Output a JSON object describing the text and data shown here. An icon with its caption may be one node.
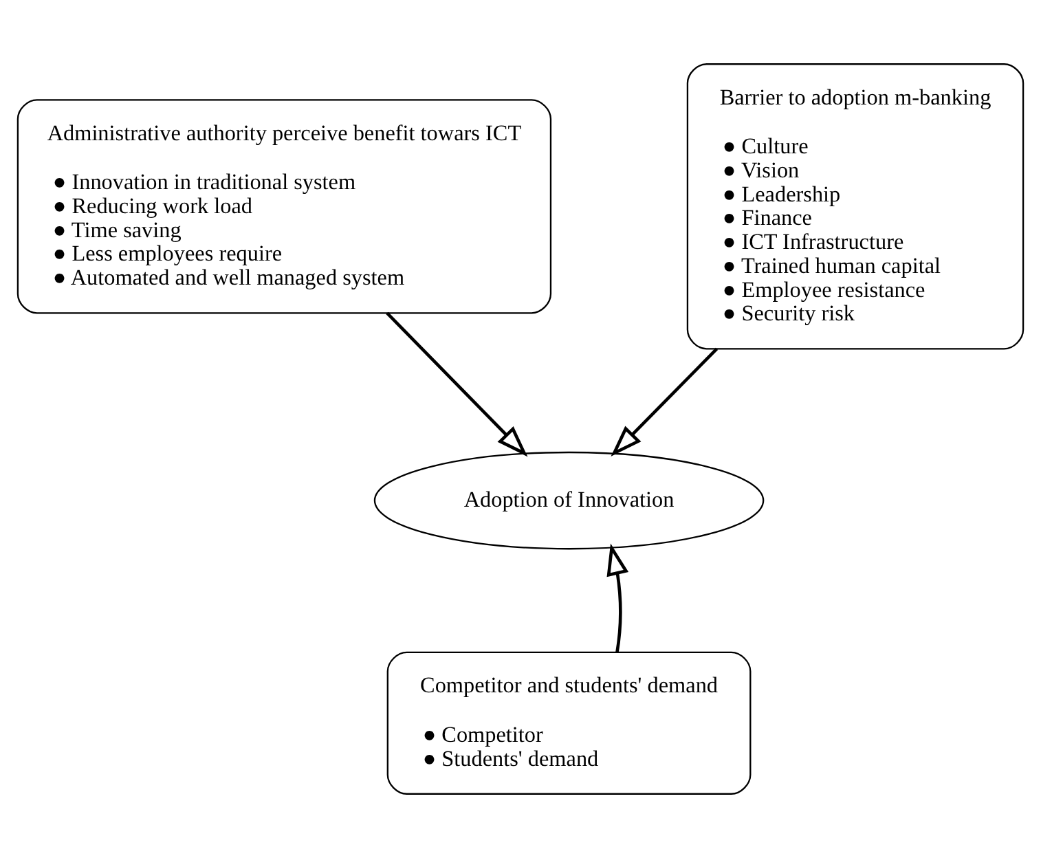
{
  "diagram": {
    "nodes": [
      {
        "text": [
          "Administrative authority perceive benefit towars ICT",
          "● Innovation in traditional system",
          "● Reducing work load",
          "● Time saving",
          "● Less employees require",
          "● Automated and well managed system"
        ]
      },
      {
        "text": [
          "Barrier to adoption m-banking",
          "● Culture",
          "● Vision",
          "● Leadership",
          "● Finance",
          "● ICT Infrastructure",
          "● Trained human capital",
          "● Employee resistance",
          "● Security risk"
        ]
      },
      {
        "text": [
          "Adoption of Innovation"
        ]
      },
      {
        "text": [
          "Competitor and students' demand",
          "● Competitor",
          "● Students' demand"
        ]
      }
    ],
    "edges": [
      {
        "from": 0,
        "to": 2,
        "arrow": "to"
      },
      {
        "from": 1,
        "to": 2,
        "arrow": "to"
      },
      {
        "from": 3,
        "to": 2,
        "arrow": "to"
      }
    ]
  }
}
